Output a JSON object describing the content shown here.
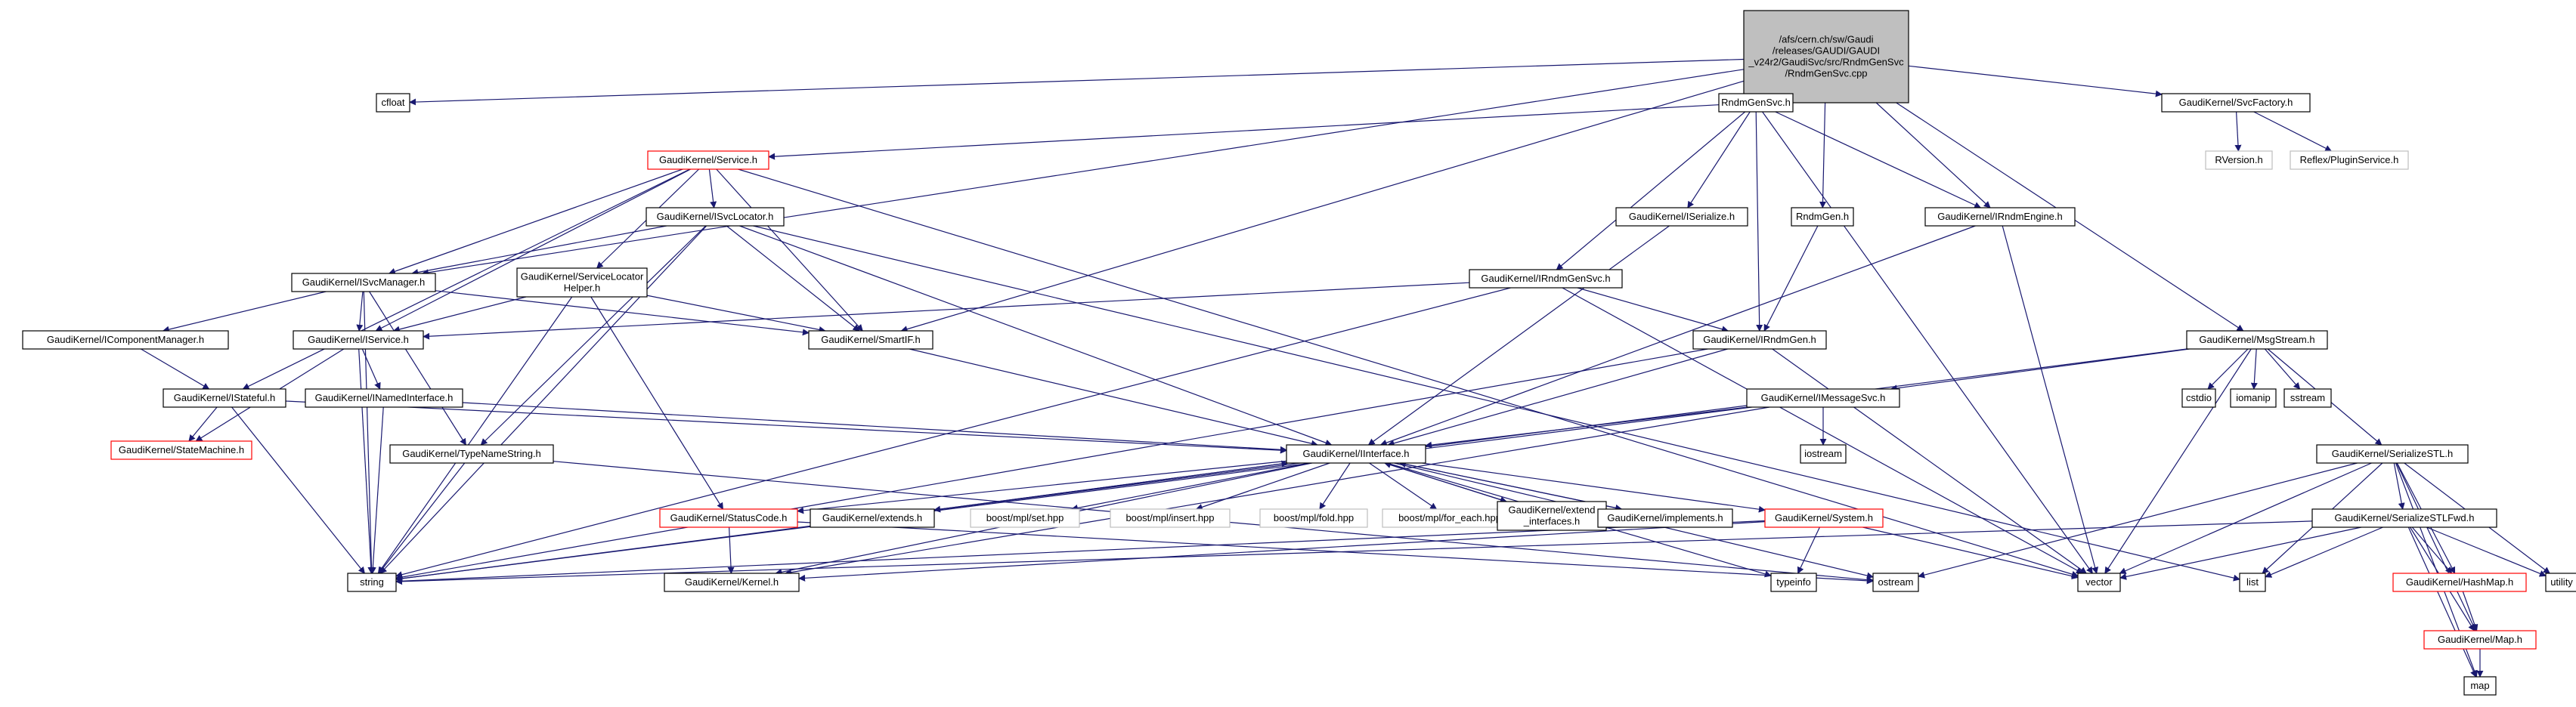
{
  "nodes": [
    {
      "id": "root",
      "lines": [
        "/afs/cern.ch/sw/Gaudi",
        "/releases/GAUDI/GAUDI",
        "_v24r2/GaudiSvc/src/RndmGenSvc",
        "/RndmGenSvc.cpp"
      ],
      "style": "root"
    },
    {
      "id": "cfloat",
      "lines": [
        "cfloat"
      ],
      "style": "normal"
    },
    {
      "id": "rndmgensvc_h",
      "lines": [
        "RndmGenSvc.h"
      ],
      "style": "normal"
    },
    {
      "id": "svcfactory",
      "lines": [
        "GaudiKernel/SvcFactory.h"
      ],
      "style": "normal"
    },
    {
      "id": "rversion",
      "lines": [
        "RVersion.h"
      ],
      "style": "gray"
    },
    {
      "id": "pluginservice",
      "lines": [
        "Reflex/PluginService.h"
      ],
      "style": "gray"
    },
    {
      "id": "service",
      "lines": [
        "GaudiKernel/Service.h"
      ],
      "style": "red"
    },
    {
      "id": "iserialize",
      "lines": [
        "GaudiKernel/ISerialize.h"
      ],
      "style": "normal"
    },
    {
      "id": "rndmgen_h",
      "lines": [
        "RndmGen.h"
      ],
      "style": "normal"
    },
    {
      "id": "irndmengine",
      "lines": [
        "GaudiKernel/IRndmEngine.h"
      ],
      "style": "normal"
    },
    {
      "id": "isvclocator",
      "lines": [
        "GaudiKernel/ISvcLocator.h"
      ],
      "style": "normal"
    },
    {
      "id": "isvcmanager",
      "lines": [
        "GaudiKernel/ISvcManager.h"
      ],
      "style": "normal"
    },
    {
      "id": "servicelocatorhelper",
      "lines": [
        "GaudiKernel/ServiceLocator",
        "Helper.h"
      ],
      "style": "normal"
    },
    {
      "id": "irndmgensvc",
      "lines": [
        "GaudiKernel/IRndmGenSvc.h"
      ],
      "style": "normal"
    },
    {
      "id": "icomponentmanager",
      "lines": [
        "GaudiKernel/IComponentManager.h"
      ],
      "style": "normal"
    },
    {
      "id": "iservice",
      "lines": [
        "GaudiKernel/IService.h"
      ],
      "style": "normal"
    },
    {
      "id": "smartif",
      "lines": [
        "GaudiKernel/SmartIF.h"
      ],
      "style": "normal"
    },
    {
      "id": "irndmgen",
      "lines": [
        "GaudiKernel/IRndmGen.h"
      ],
      "style": "normal"
    },
    {
      "id": "msgstream",
      "lines": [
        "GaudiKernel/MsgStream.h"
      ],
      "style": "normal"
    },
    {
      "id": "istateful",
      "lines": [
        "GaudiKernel/IStateful.h"
      ],
      "style": "normal"
    },
    {
      "id": "inamedinterface",
      "lines": [
        "GaudiKernel/INamedInterface.h"
      ],
      "style": "normal"
    },
    {
      "id": "imessagesvc",
      "lines": [
        "GaudiKernel/IMessageSvc.h"
      ],
      "style": "normal"
    },
    {
      "id": "cstdio",
      "lines": [
        "cstdio"
      ],
      "style": "normal"
    },
    {
      "id": "iomanip",
      "lines": [
        "iomanip"
      ],
      "style": "normal"
    },
    {
      "id": "sstream",
      "lines": [
        "sstream"
      ],
      "style": "normal"
    },
    {
      "id": "statemachine",
      "lines": [
        "GaudiKernel/StateMachine.h"
      ],
      "style": "red"
    },
    {
      "id": "typenamestring",
      "lines": [
        "GaudiKernel/TypeNameString.h"
      ],
      "style": "normal"
    },
    {
      "id": "iinterface",
      "lines": [
        "GaudiKernel/IInterface.h"
      ],
      "style": "normal"
    },
    {
      "id": "iostream",
      "lines": [
        "iostream"
      ],
      "style": "normal"
    },
    {
      "id": "serializestl",
      "lines": [
        "GaudiKernel/SerializeSTL.h"
      ],
      "style": "normal"
    },
    {
      "id": "statuscode",
      "lines": [
        "GaudiKernel/StatusCode.h"
      ],
      "style": "red"
    },
    {
      "id": "extends",
      "lines": [
        "GaudiKernel/extends.h"
      ],
      "style": "normal"
    },
    {
      "id": "mpl_set",
      "lines": [
        "boost/mpl/set.hpp"
      ],
      "style": "gray"
    },
    {
      "id": "mpl_insert",
      "lines": [
        "boost/mpl/insert.hpp"
      ],
      "style": "gray"
    },
    {
      "id": "mpl_fold",
      "lines": [
        "boost/mpl/fold.hpp"
      ],
      "style": "gray"
    },
    {
      "id": "mpl_foreach",
      "lines": [
        "boost/mpl/for_each.hpp"
      ],
      "style": "gray"
    },
    {
      "id": "extend_interfaces",
      "lines": [
        "GaudiKernel/extend",
        "_interfaces.h"
      ],
      "style": "normal"
    },
    {
      "id": "implements",
      "lines": [
        "GaudiKernel/implements.h"
      ],
      "style": "normal"
    },
    {
      "id": "system",
      "lines": [
        "GaudiKernel/System.h"
      ],
      "style": "red"
    },
    {
      "id": "serializestlfwd",
      "lines": [
        "GaudiKernel/SerializeSTLFwd.h"
      ],
      "style": "normal"
    },
    {
      "id": "string",
      "lines": [
        "string"
      ],
      "style": "normal"
    },
    {
      "id": "kernel",
      "lines": [
        "GaudiKernel/Kernel.h"
      ],
      "style": "normal"
    },
    {
      "id": "typeinfo",
      "lines": [
        "typeinfo"
      ],
      "style": "normal"
    },
    {
      "id": "ostream",
      "lines": [
        "ostream"
      ],
      "style": "normal"
    },
    {
      "id": "vector",
      "lines": [
        "vector"
      ],
      "style": "normal"
    },
    {
      "id": "list",
      "lines": [
        "list"
      ],
      "style": "normal"
    },
    {
      "id": "hashmap",
      "lines": [
        "GaudiKernel/HashMap.h"
      ],
      "style": "red"
    },
    {
      "id": "utility",
      "lines": [
        "utility"
      ],
      "style": "normal"
    },
    {
      "id": "map_h",
      "lines": [
        "GaudiKernel/Map.h"
      ],
      "style": "red"
    },
    {
      "id": "map",
      "lines": [
        "map"
      ],
      "style": "normal"
    }
  ],
  "edges": [
    [
      "root",
      "cfloat"
    ],
    [
      "root",
      "rndmgensvc_h"
    ],
    [
      "root",
      "svcfactory"
    ],
    [
      "root",
      "isvcmanager"
    ],
    [
      "root",
      "smartif"
    ],
    [
      "root",
      "rndmgen_h"
    ],
    [
      "root",
      "irndmengine"
    ],
    [
      "root",
      "msgstream"
    ],
    [
      "svcfactory",
      "rversion"
    ],
    [
      "svcfactory",
      "pluginservice"
    ],
    [
      "rndmgensvc_h",
      "service"
    ],
    [
      "rndmgensvc_h",
      "iserialize"
    ],
    [
      "rndmgensvc_h",
      "irndmengine"
    ],
    [
      "rndmgensvc_h",
      "irndmgensvc"
    ],
    [
      "rndmgensvc_h",
      "irndmgen"
    ],
    [
      "rndmgensvc_h",
      "vector"
    ],
    [
      "service",
      "isvclocator"
    ],
    [
      "service",
      "servicelocatorhelper"
    ],
    [
      "service",
      "iservice"
    ],
    [
      "service",
      "smartif"
    ],
    [
      "service",
      "isvcmanager"
    ],
    [
      "service",
      "istateful"
    ],
    [
      "service",
      "vector"
    ],
    [
      "isvclocator",
      "isvcmanager"
    ],
    [
      "isvclocator",
      "smartif"
    ],
    [
      "isvclocator",
      "typenamestring"
    ],
    [
      "isvclocator",
      "iinterface"
    ],
    [
      "isvclocator",
      "string"
    ],
    [
      "isvclocator",
      "list"
    ],
    [
      "isvcmanager",
      "icomponentmanager"
    ],
    [
      "isvcmanager",
      "iservice"
    ],
    [
      "isvcmanager",
      "smartif"
    ],
    [
      "isvcmanager",
      "typenamestring"
    ],
    [
      "isvcmanager",
      "string"
    ],
    [
      "servicelocatorhelper",
      "statuscode"
    ],
    [
      "servicelocatorhelper",
      "iservice"
    ],
    [
      "servicelocatorhelper",
      "smartif"
    ],
    [
      "servicelocatorhelper",
      "string"
    ],
    [
      "iserialize",
      "iinterface"
    ],
    [
      "rndmgen_h",
      "irndmgen"
    ],
    [
      "irndmengine",
      "iinterface"
    ],
    [
      "irndmengine",
      "vector"
    ],
    [
      "irndmgensvc",
      "irndmgen"
    ],
    [
      "irndmgensvc",
      "iservice"
    ],
    [
      "irndmgensvc",
      "string"
    ],
    [
      "irndmgensvc",
      "vector"
    ],
    [
      "icomponentmanager",
      "istateful"
    ],
    [
      "iservice",
      "inamedinterface"
    ],
    [
      "iservice",
      "statemachine"
    ],
    [
      "iservice",
      "string"
    ],
    [
      "smartif",
      "iinterface"
    ],
    [
      "irndmgen",
      "iinterface"
    ],
    [
      "irndmgen",
      "string"
    ],
    [
      "irndmgen",
      "vector"
    ],
    [
      "msgstream",
      "imessagesvc"
    ],
    [
      "msgstream",
      "cstdio"
    ],
    [
      "msgstream",
      "iomanip"
    ],
    [
      "msgstream",
      "sstream"
    ],
    [
      "msgstream",
      "serializestl"
    ],
    [
      "msgstream",
      "string"
    ],
    [
      "msgstream",
      "vector"
    ],
    [
      "istateful",
      "statemachine"
    ],
    [
      "istateful",
      "iinterface"
    ],
    [
      "istateful",
      "string"
    ],
    [
      "inamedinterface",
      "iinterface"
    ],
    [
      "inamedinterface",
      "string"
    ],
    [
      "imessagesvc",
      "iinterface"
    ],
    [
      "imessagesvc",
      "iostream"
    ],
    [
      "imessagesvc",
      "kernel"
    ],
    [
      "imessagesvc",
      "string"
    ],
    [
      "typenamestring",
      "string"
    ],
    [
      "typenamestring",
      "ostream"
    ],
    [
      "iinterface",
      "statuscode"
    ],
    [
      "iinterface",
      "extends"
    ],
    [
      "iinterface",
      "mpl_set"
    ],
    [
      "iinterface",
      "mpl_insert"
    ],
    [
      "iinterface",
      "mpl_fold"
    ],
    [
      "iinterface",
      "mpl_foreach"
    ],
    [
      "iinterface",
      "extend_interfaces"
    ],
    [
      "iinterface",
      "implements"
    ],
    [
      "iinterface",
      "system"
    ],
    [
      "iinterface",
      "kernel"
    ],
    [
      "iinterface",
      "typeinfo"
    ],
    [
      "iinterface",
      "ostream"
    ],
    [
      "extends",
      "iinterface"
    ],
    [
      "extend_interfaces",
      "iinterface"
    ],
    [
      "implements",
      "iinterface"
    ],
    [
      "statuscode",
      "kernel"
    ],
    [
      "statuscode",
      "ostream"
    ],
    [
      "system",
      "kernel"
    ],
    [
      "system",
      "string"
    ],
    [
      "system",
      "typeinfo"
    ],
    [
      "system",
      "vector"
    ],
    [
      "serializestl",
      "serializestlfwd"
    ],
    [
      "serializestl",
      "ostream"
    ],
    [
      "serializestl",
      "vector"
    ],
    [
      "serializestl",
      "list"
    ],
    [
      "serializestl",
      "hashmap"
    ],
    [
      "serializestl",
      "utility"
    ],
    [
      "serializestl",
      "map_h"
    ],
    [
      "serializestl",
      "map"
    ],
    [
      "serializestlfwd",
      "string"
    ],
    [
      "serializestlfwd",
      "vector"
    ],
    [
      "serializestlfwd",
      "list"
    ],
    [
      "serializestlfwd",
      "hashmap"
    ],
    [
      "serializestlfwd",
      "utility"
    ],
    [
      "serializestlfwd",
      "map_h"
    ],
    [
      "serializestlfwd",
      "map"
    ],
    [
      "hashmap",
      "map_h"
    ],
    [
      "map_h",
      "map"
    ]
  ]
}
